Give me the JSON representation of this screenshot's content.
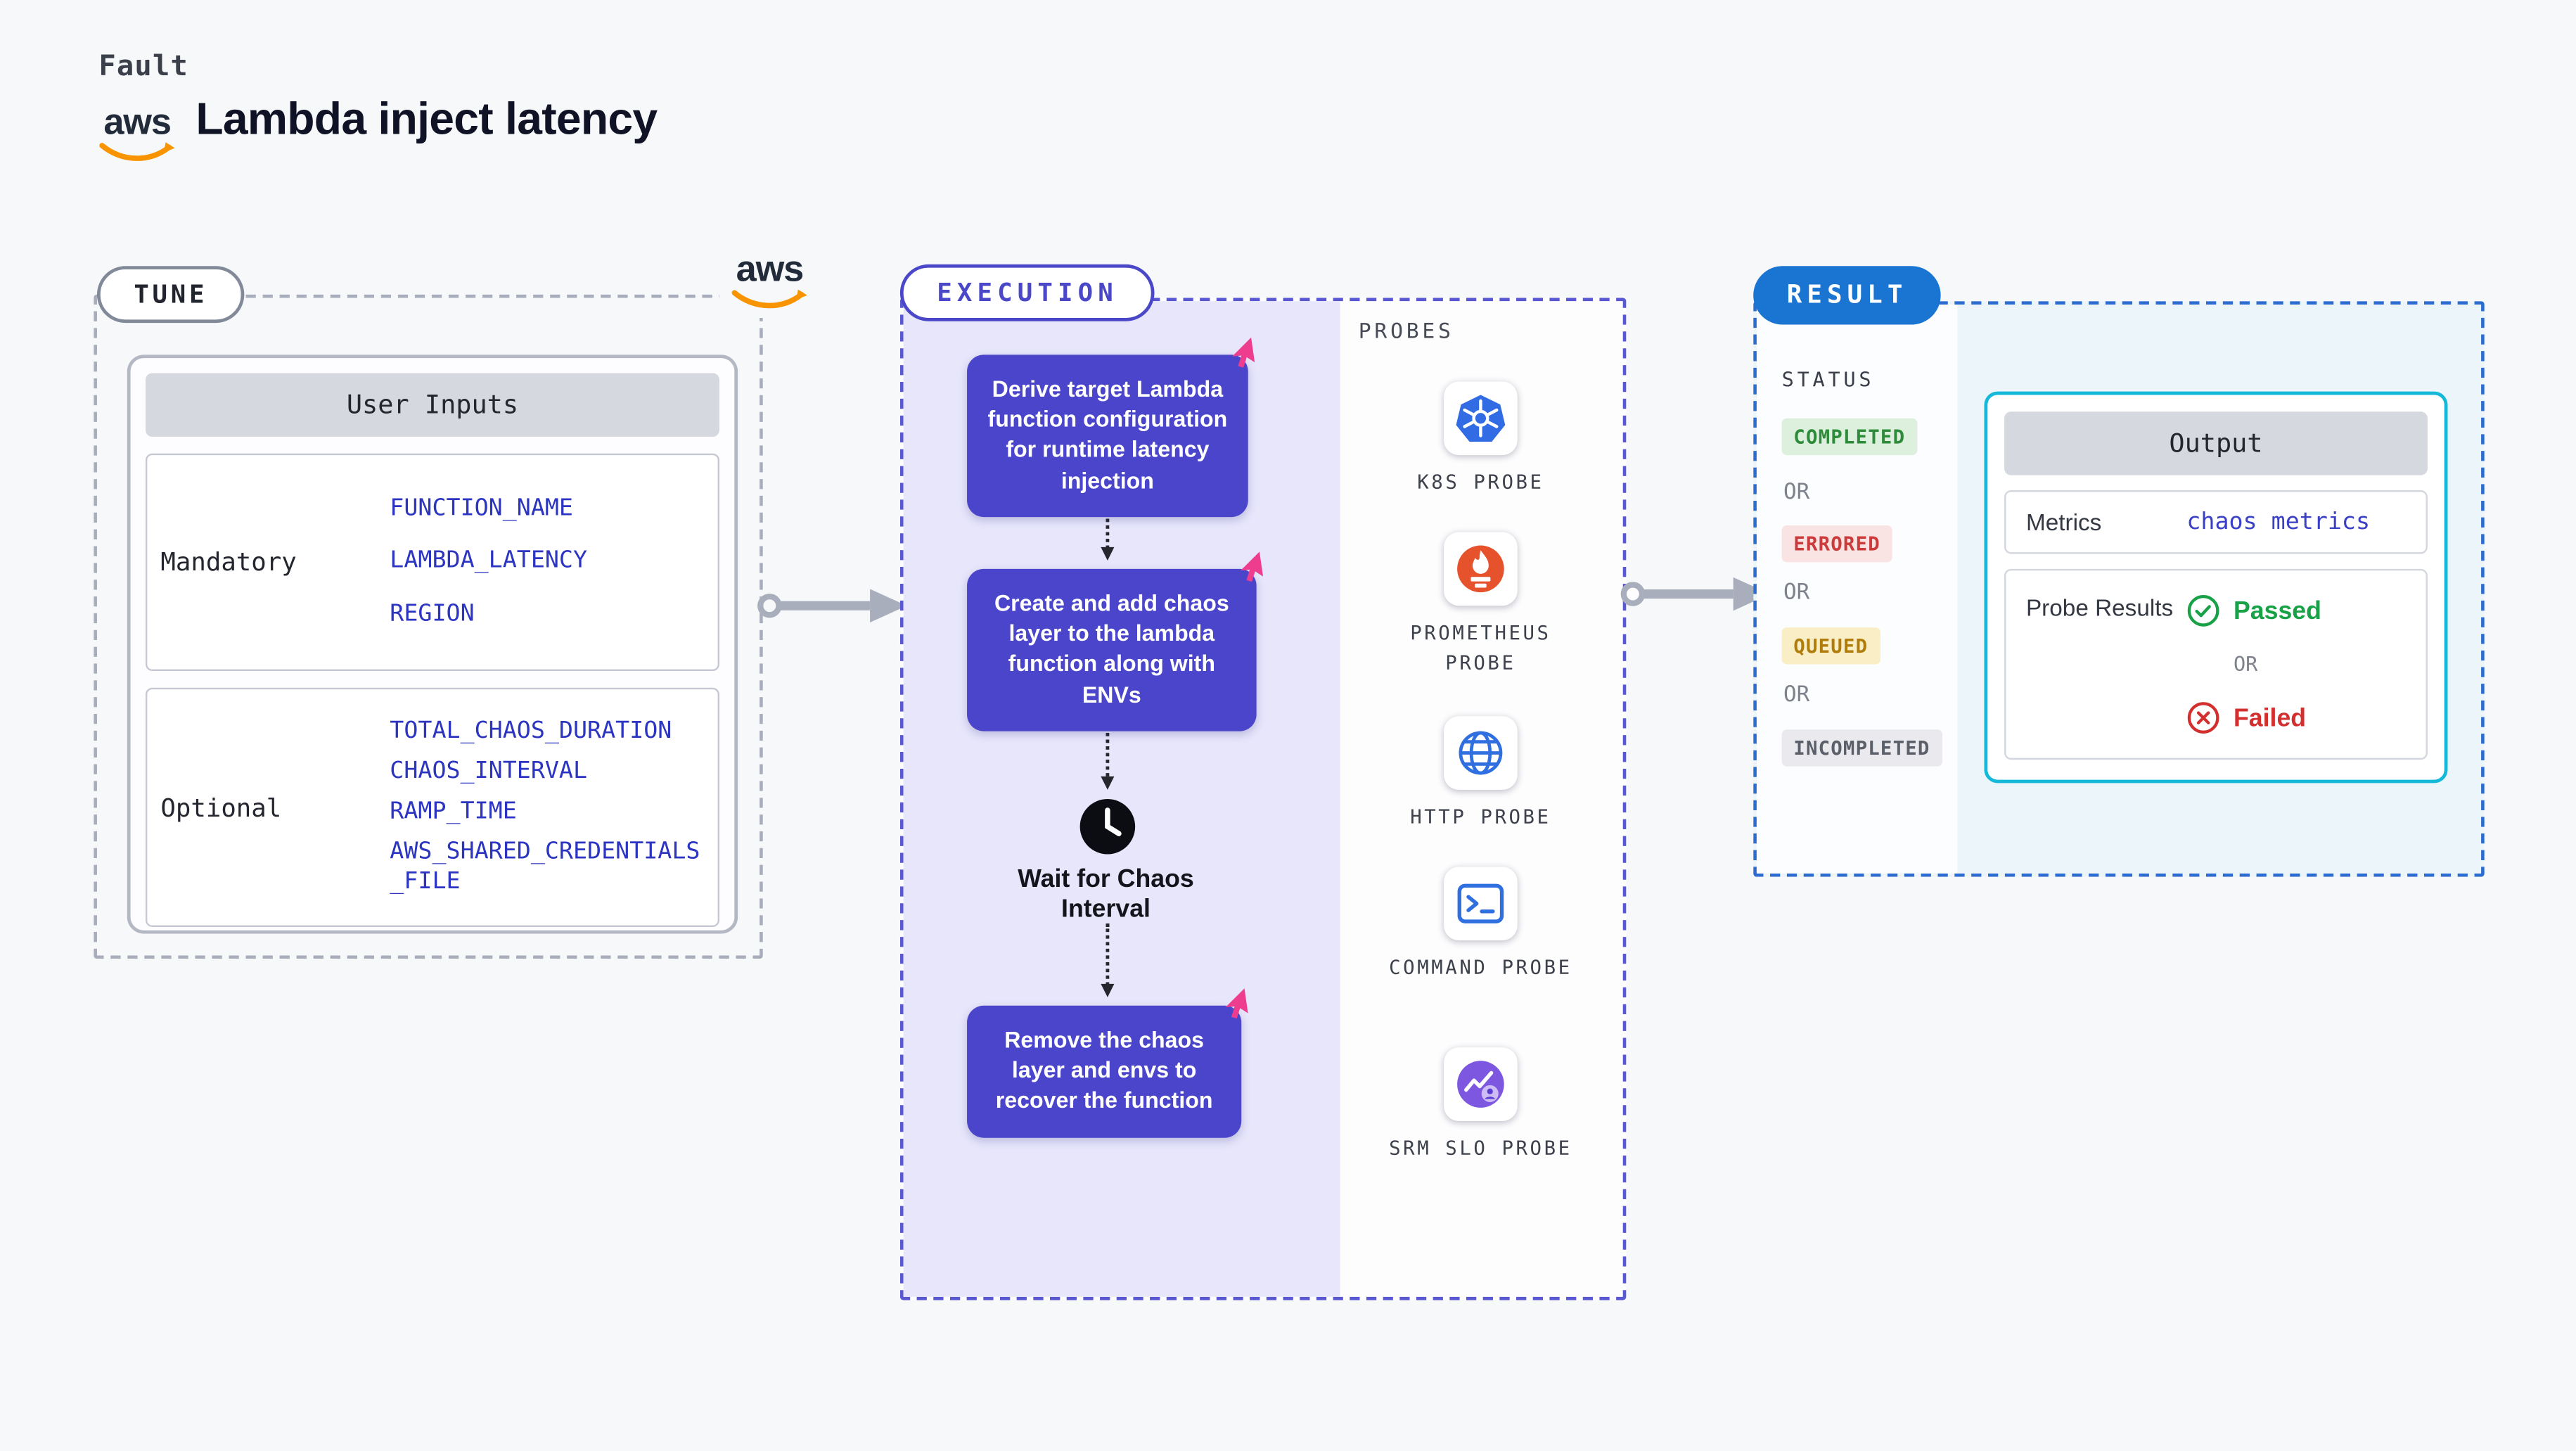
{
  "header": {
    "kicker": "Fault",
    "title": "Lambda inject latency",
    "aws_logo_text": "aws"
  },
  "tune": {
    "label": "TUNE",
    "aws_logo_text": "aws",
    "user_inputs": {
      "header": "User Inputs",
      "mandatory_label": "Mandatory",
      "mandatory_values": [
        "FUNCTION_NAME",
        "LAMBDA_LATENCY",
        "REGION"
      ],
      "optional_label": "Optional",
      "optional_values": [
        "TOTAL_CHAOS_DURATION",
        "CHAOS_INTERVAL",
        "RAMP_TIME",
        "AWS_SHARED_CREDENTIALS_FILE"
      ]
    }
  },
  "execution": {
    "label": "EXECUTION",
    "step1": "Derive target Lambda function configuration for runtime latency injection",
    "step2": "Create and add chaos layer to the lambda function along with ENVs",
    "wait": "Wait for Chaos Interval",
    "step3": "Remove the chaos layer and envs to recover the function",
    "probes_label": "PROBES",
    "probes": [
      {
        "name": "K8S PROBE",
        "icon": "kubernetes-icon"
      },
      {
        "name": "PROMETHEUS PROBE",
        "icon": "prometheus-icon"
      },
      {
        "name": "HTTP PROBE",
        "icon": "globe-icon"
      },
      {
        "name": "COMMAND PROBE",
        "icon": "terminal-icon"
      },
      {
        "name": "SRM SLO PROBE",
        "icon": "srm-slo-icon"
      }
    ]
  },
  "result": {
    "label": "RESULT",
    "status_label": "STATUS",
    "statuses": [
      "COMPLETED",
      "ERRORED",
      "QUEUED",
      "INCOMPLETED"
    ],
    "or": "OR",
    "output": {
      "header": "Output",
      "metrics_label": "Metrics",
      "metrics_value": "chaos metrics",
      "probe_results_label": "Probe Results",
      "passed": "Passed",
      "or": "OR",
      "failed": "Failed"
    }
  },
  "colors": {
    "step_box": "#4a45cb",
    "pink_cursor": "#ee3d8f",
    "execution_accent": "#4a47c9",
    "result_pill": "#1a74d2",
    "output_border": "#14b9da",
    "completed": "#2e8b3a",
    "errored": "#cc3b3b",
    "queued": "#b07c0c",
    "incompleted": "#5b5f6a",
    "passed": "#18a146",
    "failed": "#d32f2f",
    "input_value_text": "#2c35c2",
    "aws_orange": "#f79400"
  }
}
